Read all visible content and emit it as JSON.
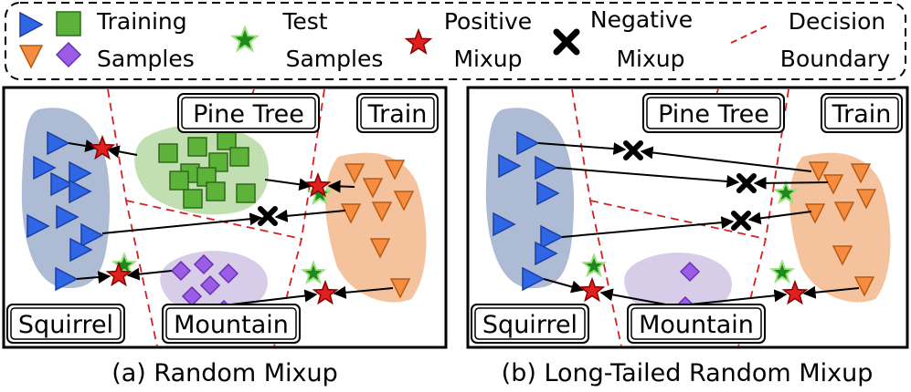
{
  "legend": {
    "training_line1": "Training",
    "training_line2": "Samples",
    "test_line1": "Test",
    "test_line2": "Samples",
    "positive_line1": "Positive",
    "positive_line2": "Mixup",
    "negative_line1": "Negative",
    "negative_line2": "Mixup",
    "boundary_line1": "Decision",
    "boundary_line2": "Boundary"
  },
  "panels": [
    {
      "caption": "(a) Random Mixup",
      "classes": {
        "squirrel": "Squirrel",
        "pine_tree": "Pine Tree",
        "train": "Train",
        "mountain": "Mountain"
      }
    },
    {
      "caption": "(b) Long-Tailed Random Mixup",
      "classes": {
        "squirrel": "Squirrel",
        "pine_tree": "Pine Tree",
        "train": "Train",
        "mountain": "Mountain"
      }
    }
  ],
  "colors": {
    "squirrel_fill": "#2f66e6",
    "squirrel_region": "#9fb0cc",
    "pine_fill": "#5db33a",
    "pine_region": "#c2dfb2",
    "train_fill": "#f58c3f",
    "train_region": "#f5c29e",
    "mountain_fill": "#9b5ce6",
    "mountain_region": "#d8cde8",
    "test_star": "#1e8a1e",
    "positive_star": "#e01f1f",
    "boundary": "#d62020"
  }
}
